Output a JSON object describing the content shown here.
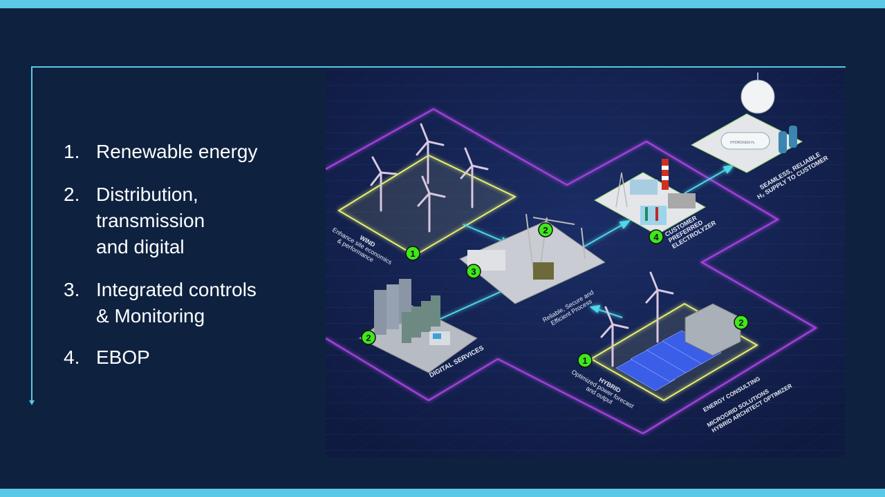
{
  "list": [
    {
      "number": "1.",
      "lines": [
        "Renewable energy"
      ]
    },
    {
      "number": "2.",
      "lines": [
        "Distribution,",
        "transmission",
        "and digital"
      ]
    },
    {
      "number": "3.",
      "lines": [
        "Integrated controls",
        "& Monitoring"
      ]
    },
    {
      "number": "4.",
      "lines": [
        "EBOP"
      ]
    }
  ],
  "illustration": {
    "wind_title": "WIND",
    "wind_sub1": "Enhance site economics",
    "wind_sub2": "& performance",
    "digital": "DIGITAL SERVICES",
    "process1": "Reliable, Secure and",
    "process2": "Efficient Process",
    "electro1": "CUSTOMER",
    "electro2": "PREFERRED",
    "electro3": "ELECTROLYZER",
    "supply1": "SEAMLESS, RELIABLE",
    "supply2": "H₂ SUPPLY TO CUSTOMER",
    "hydrogen_tank": "HYDROGEN H₂",
    "hybrid_title": "HYBRID",
    "hybrid_sub1": "Optimized power forecast",
    "hybrid_sub2": "and output",
    "consult1": "ENERGY CONSULTING",
    "consult2": "MICROGRID SOLUTIONS",
    "consult3": "HYBRID ARCHITECT OPTIMIZER",
    "badges": {
      "wind": "1",
      "substation_top": "2",
      "substation_left": "3",
      "digital": "2",
      "electrolyzer": "4",
      "hybrid": "1",
      "hybrid_storage": "2"
    },
    "colors": {
      "badge": "#3ee81a",
      "flow": "#4fd8e8",
      "boundary": "#a040d8",
      "site": "#e8f070"
    }
  }
}
